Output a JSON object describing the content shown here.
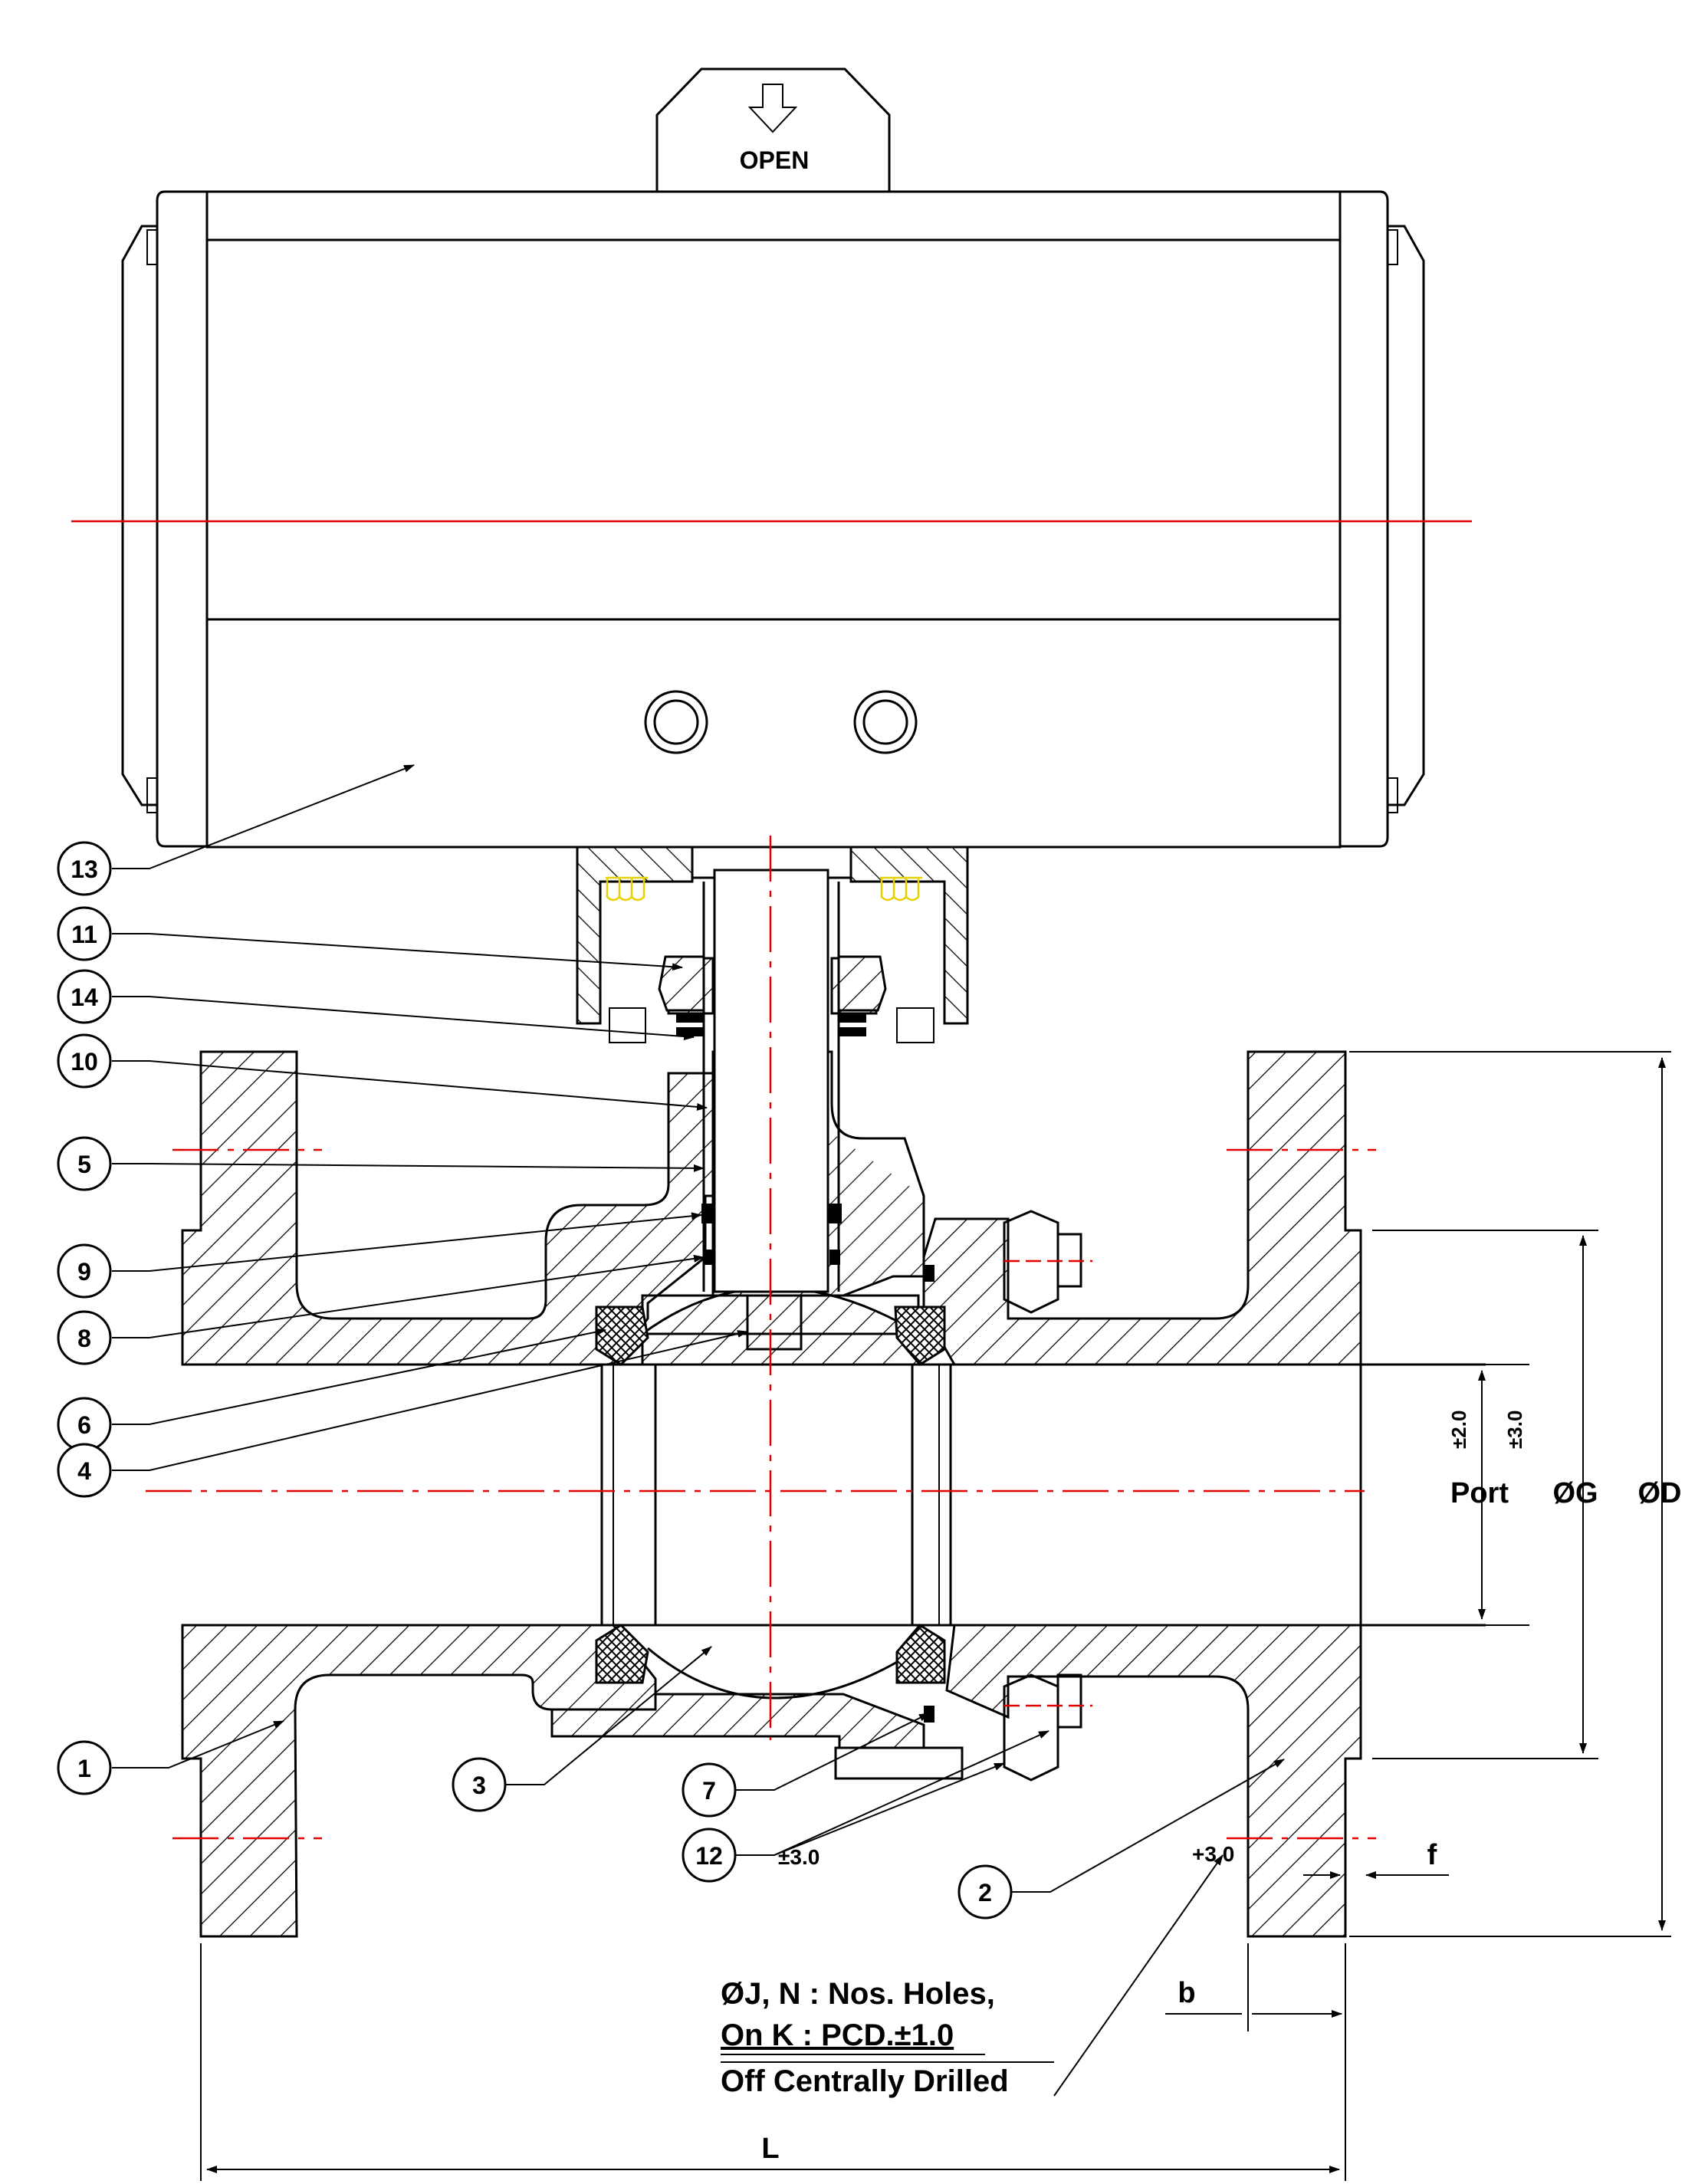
{
  "actuator": {
    "indicator_label": "OPEN"
  },
  "balloons": [
    {
      "id": "b1",
      "text": "1"
    },
    {
      "id": "b2",
      "text": "2"
    },
    {
      "id": "b3",
      "text": "3"
    },
    {
      "id": "b4",
      "text": "4"
    },
    {
      "id": "b5",
      "text": "5"
    },
    {
      "id": "b6",
      "text": "6"
    },
    {
      "id": "b7",
      "text": "7"
    },
    {
      "id": "b8",
      "text": "8"
    },
    {
      "id": "b9",
      "text": "9"
    },
    {
      "id": "b10",
      "text": "10"
    },
    {
      "id": "b11",
      "text": "11"
    },
    {
      "id": "b12",
      "text": "12"
    },
    {
      "id": "b13",
      "text": "13"
    },
    {
      "id": "b14",
      "text": "14"
    }
  ],
  "dimensions": {
    "port": "Port",
    "g": "ØG",
    "d": "ØD",
    "tol_port": "±2.0",
    "tol_g": "±3.0",
    "f": "f",
    "b": "b",
    "l": "L",
    "tol_12": "±3.0",
    "tol_flange": "+3.0"
  },
  "note": {
    "line1": "ØJ, N : Nos. Holes,",
    "line2": "On K : PCD.±1.0",
    "line3": "Off Centrally Drilled"
  }
}
